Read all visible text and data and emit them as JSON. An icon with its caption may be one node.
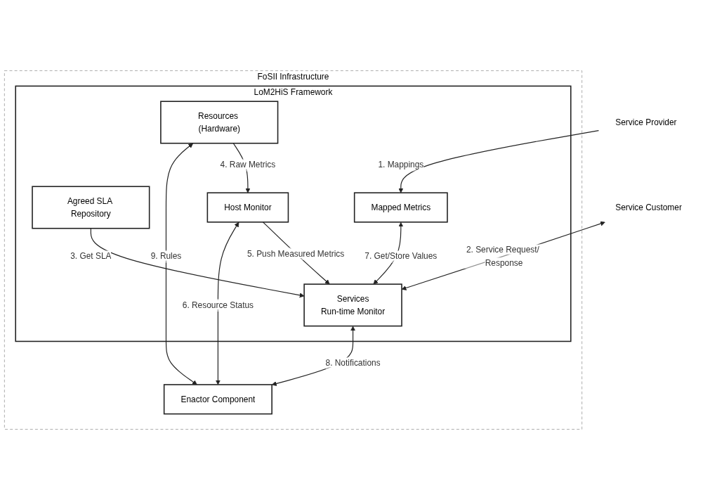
{
  "diagram": {
    "nodes": [
      {
        "text": [
          "FoSII Infrastructure"
        ]
      },
      {
        "text": [
          "LoM2HiS Framework"
        ],
        "in": 0
      },
      {
        "text": [
          "Agreed SLA Repository"
        ],
        "in": 1
      },
      {
        "text": [
          "Mapped Metrics"
        ],
        "in": 1
      },
      {
        "text": [
          "Services",
          "Run-time Monitor"
        ],
        "in": 1
      },
      {
        "text": [
          "Host Monitor"
        ],
        "in": 1
      },
      {
        "text": [
          "Resources (Hardware)"
        ],
        "in": 1
      },
      {
        "text": [
          "Enactor Component"
        ],
        "in": 0
      },
      {
        "text": [
          "Service Customer"
        ]
      },
      {
        "text": [
          "Service Provider"
        ]
      }
    ],
    "edges": [
      {
        "from": 9,
        "to": 3,
        "arrow": "to",
        "label": "1. Mappings"
      },
      {
        "from": 8,
        "to": 4,
        "arrow": "both",
        "label": "2. Service Request/ Response"
      },
      {
        "from": 2,
        "to": 4,
        "arrow": "to",
        "label": "3. Get SLA"
      },
      {
        "from": 6,
        "to": 5,
        "arrow": "to",
        "label": "4. Raw Metrics"
      },
      {
        "from": 5,
        "to": 4,
        "arrow": "to",
        "label": "5. Push Measured Metrics"
      },
      {
        "from": 5,
        "to": 7,
        "arrow": "both",
        "label": "6. Resource Status"
      },
      {
        "from": 3,
        "to": 4,
        "arrow": "both",
        "label": "7. Get/Store Values"
      },
      {
        "from": 4,
        "to": 7,
        "arrow": "both",
        "label": "8. Notifications"
      },
      {
        "from": 6,
        "to": 7,
        "arrow": "both",
        "label": "9. Rules"
      }
    ]
  }
}
